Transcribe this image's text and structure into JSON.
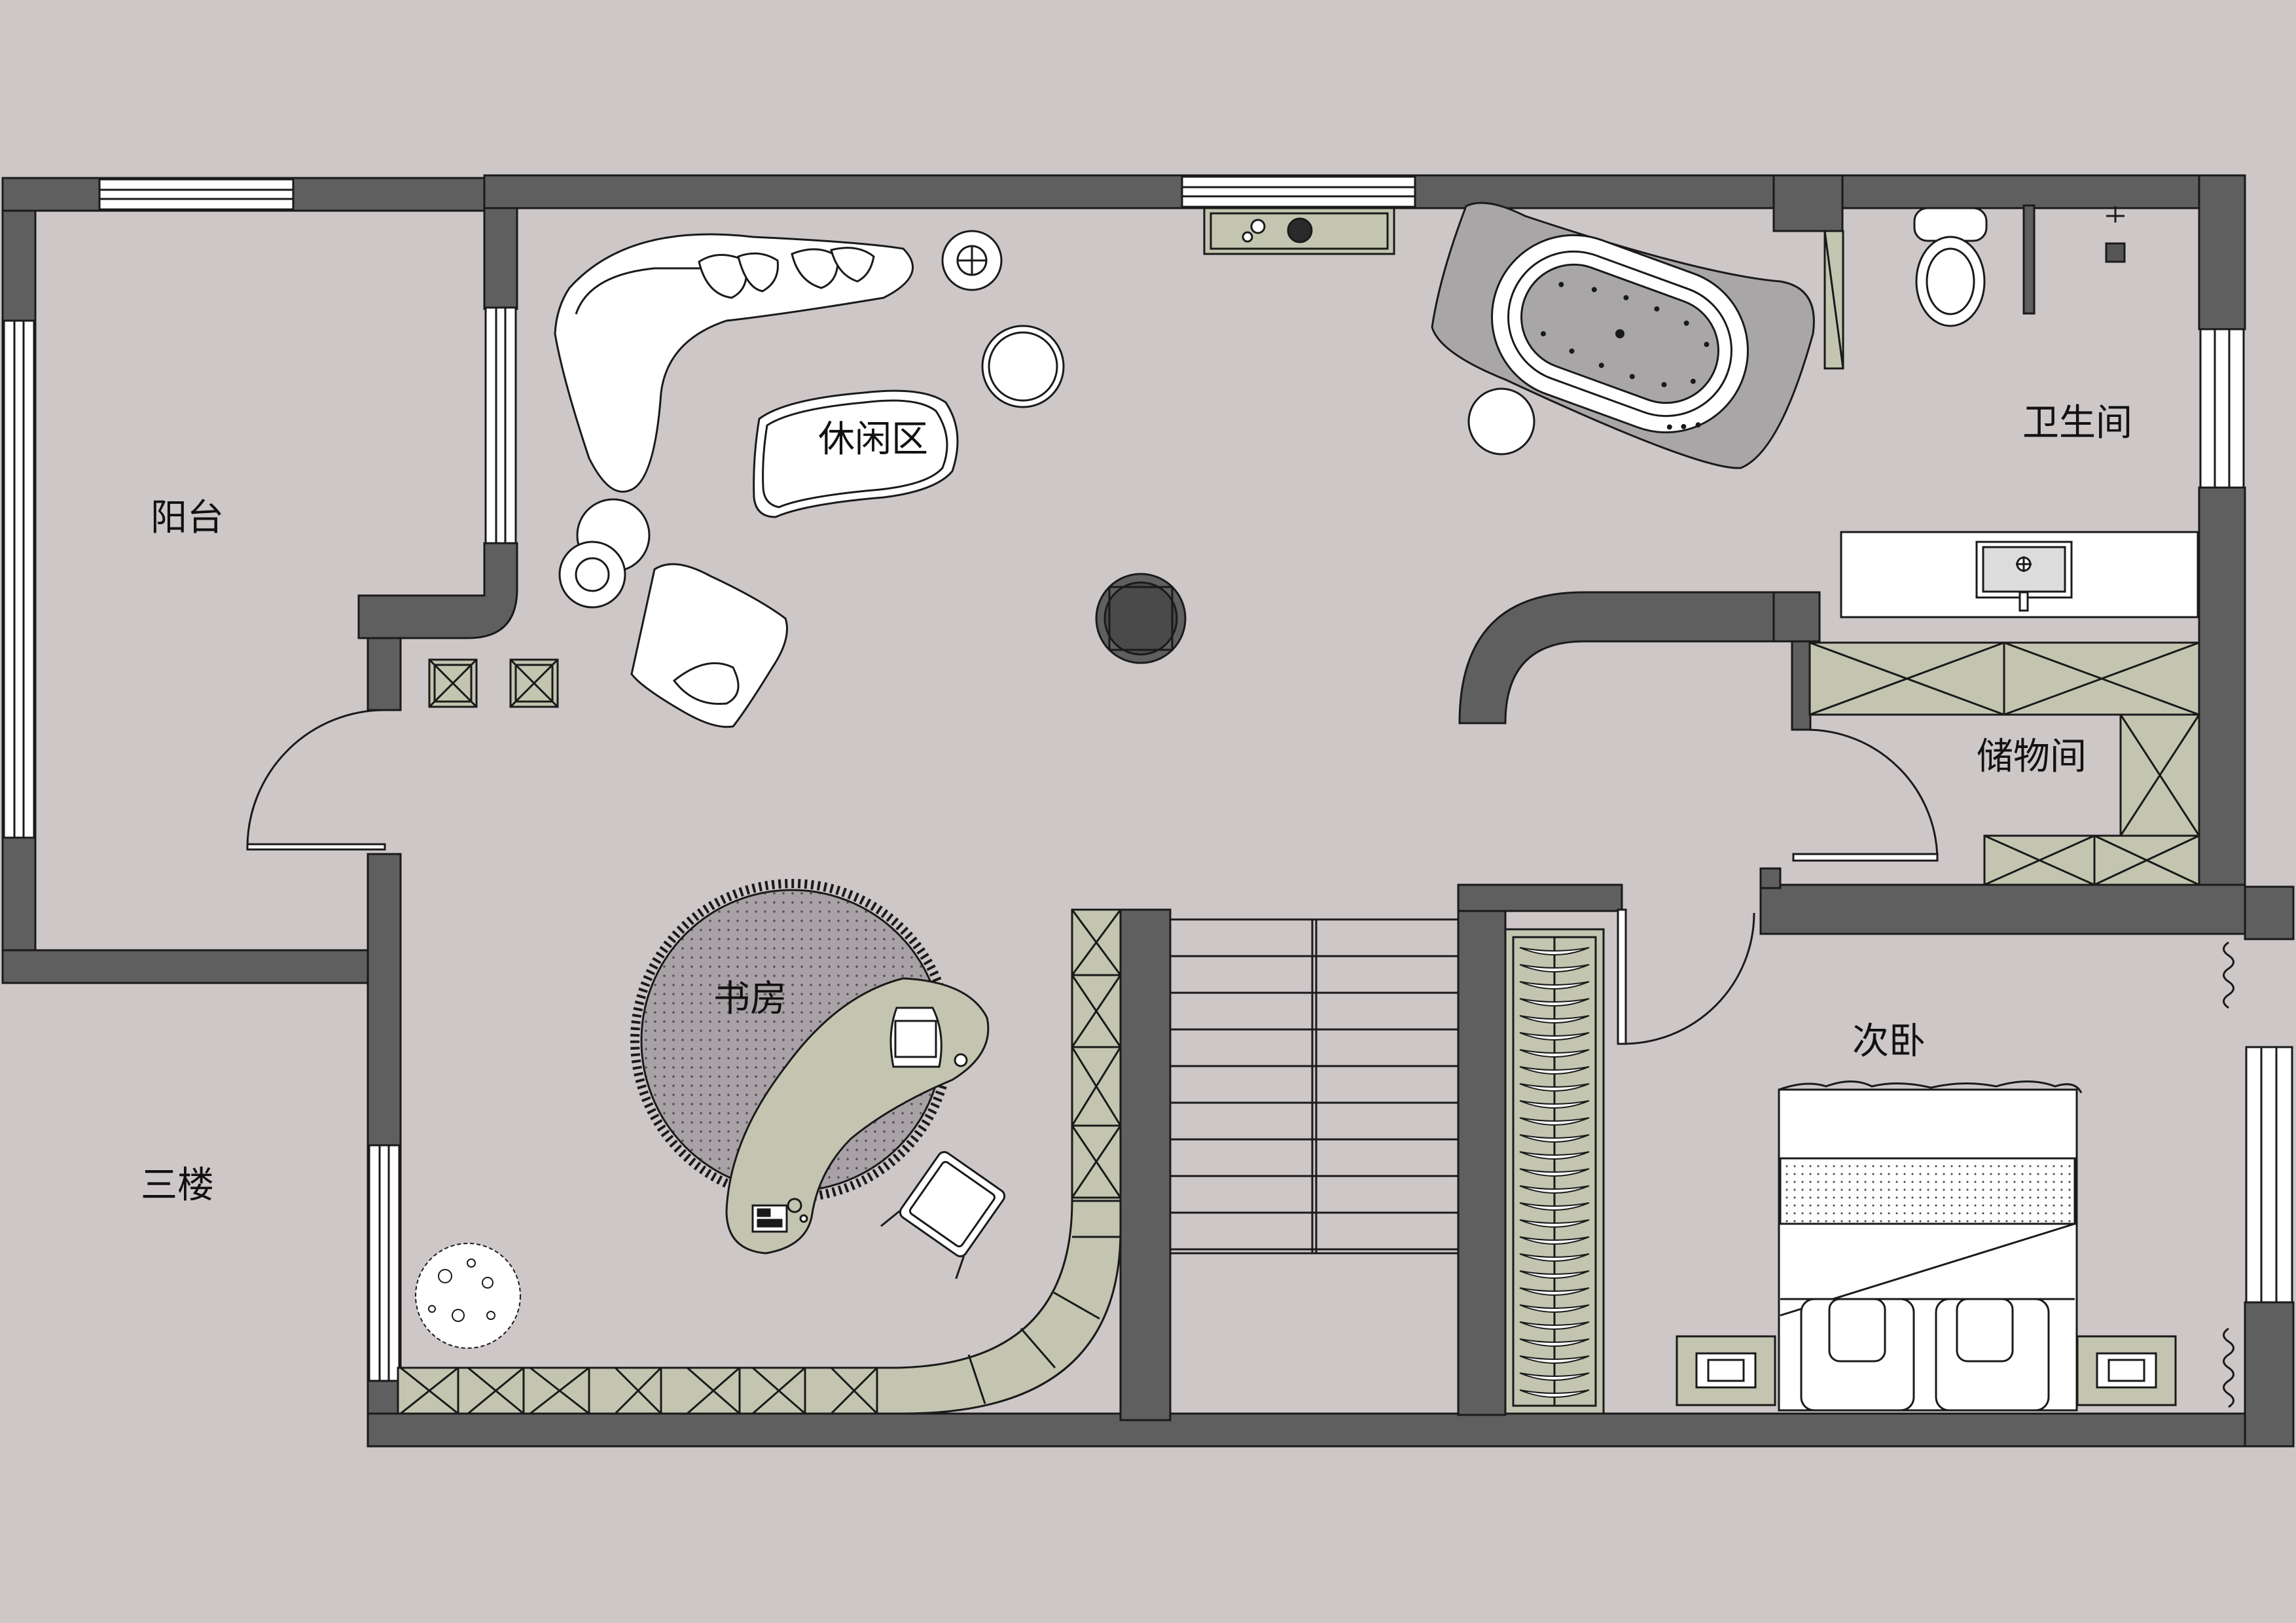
{
  "labels": {
    "balcony": "阳台",
    "lounge": "休闲区",
    "bathroom": "卫生间",
    "storage": "储物间",
    "study": "书房",
    "second_bedroom": "次卧",
    "third_floor": "三楼"
  },
  "colors": {
    "background": "#cdc7c8",
    "floor": "#cdc7c8",
    "wall": "#5f5f60",
    "cabinet": "#c3c5b0",
    "furniture": "#ffffff",
    "rug": "#a8a2a6",
    "bath_platform": "#a9a6a8",
    "line": "#1a1a1a"
  }
}
